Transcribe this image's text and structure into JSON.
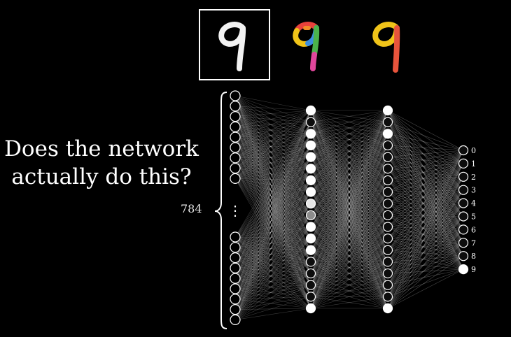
{
  "question": {
    "line1": "Does the network",
    "line2": "actually do this?"
  },
  "input_count_label": "784",
  "input_layer": {
    "top_neurons": 9,
    "bottom_neurons": 9,
    "ellipsis": "⋮"
  },
  "hidden_layers": [
    {
      "name": "hidden-layer-1",
      "activations": [
        1,
        0.05,
        1,
        1,
        1,
        1,
        1,
        1,
        0.9,
        0.55,
        1,
        1,
        1,
        0.05,
        0.05,
        0.05,
        0.05,
        1
      ]
    },
    {
      "name": "hidden-layer-2",
      "activations": [
        1,
        0.05,
        1,
        0.05,
        0.05,
        0.05,
        0.05,
        0.05,
        0.05,
        0.05,
        0.05,
        0.05,
        0.05,
        0.05,
        0.05,
        0.05,
        0.05,
        1
      ]
    }
  ],
  "output_layer": {
    "labels": [
      "0",
      "1",
      "2",
      "3",
      "4",
      "5",
      "6",
      "7",
      "8",
      "9"
    ],
    "activations": [
      0.05,
      0.05,
      0.05,
      0.05,
      0.05,
      0.05,
      0.05,
      0.05,
      0.05,
      1
    ]
  },
  "colors": {
    "background": "#000000",
    "text": "#ffffff",
    "edge": "#d8d8d8",
    "frame": "#ffffff",
    "digit_part_colors": [
      "#e8423c",
      "#f0c419",
      "#3c8fe0",
      "#4bb34b",
      "#e0469b",
      "#f28c28"
    ]
  }
}
